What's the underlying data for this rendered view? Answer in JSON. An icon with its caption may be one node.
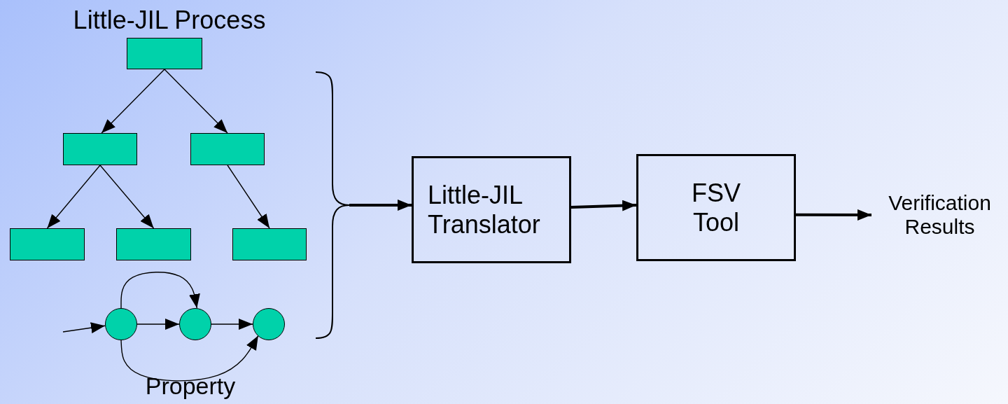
{
  "diagram": {
    "nodes": [
      {
        "text": [],
        "shape": "box"
      },
      {
        "text": [],
        "shape": "box"
      },
      {
        "text": [],
        "shape": "box"
      },
      {
        "text": [],
        "shape": "box"
      },
      {
        "text": [],
        "shape": "box"
      },
      {
        "text": [],
        "shape": "box"
      },
      {
        "text": [],
        "shape": "circle"
      },
      {
        "text": [],
        "shape": "circle"
      },
      {
        "text": [],
        "shape": "circle"
      },
      {
        "text": [
          "Little-JIL Translator"
        ]
      },
      {
        "text": [
          "FSV Tool"
        ]
      },
      {
        "text": [
          "Verification Results"
        ]
      },
      {
        "text": [],
        "shape": "brace"
      }
    ],
    "edges": [
      {
        "from": 0,
        "to": 1,
        "arrow": "to"
      },
      {
        "from": 0,
        "to": 2,
        "arrow": "to"
      },
      {
        "from": 1,
        "to": 3,
        "arrow": "to"
      },
      {
        "from": 1,
        "to": 4,
        "arrow": "to"
      },
      {
        "from": 2,
        "to": 5,
        "arrow": "to"
      },
      {
        "from": null,
        "to": 6,
        "arrow": "to"
      },
      {
        "from": 6,
        "to": 7,
        "arrow": "to"
      },
      {
        "from": 7,
        "to": 8,
        "arrow": "to"
      },
      {
        "from": 6,
        "to": 7,
        "arrow": "to"
      },
      {
        "from": 6,
        "to": 8,
        "arrow": "to"
      },
      {
        "from": 12,
        "to": 9,
        "arrow": "to",
        "style": "thick"
      },
      {
        "from": 9,
        "to": 10,
        "arrow": "to",
        "style": "thick"
      },
      {
        "from": 10,
        "to": 11,
        "arrow": "to",
        "style": "thick"
      }
    ],
    "labels": [
      "Little-JIL Process",
      "Property"
    ]
  }
}
